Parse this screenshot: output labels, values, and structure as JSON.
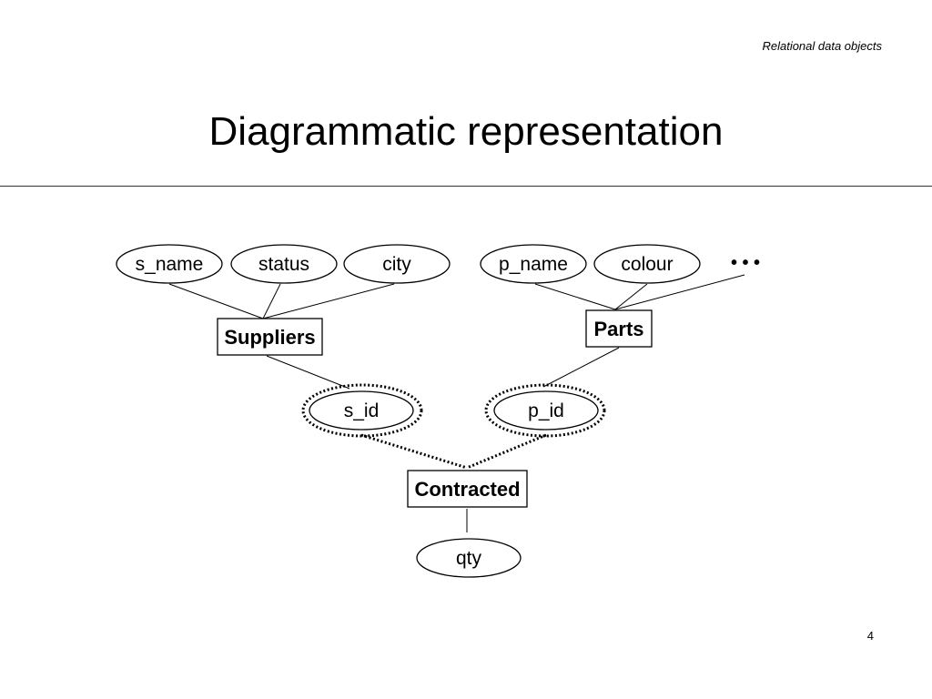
{
  "header": {
    "section_label": "Relational data objects"
  },
  "slide": {
    "title": "Diagrammatic representation",
    "page_number": "4"
  },
  "diagram": {
    "attributes": {
      "s_name": "s_name",
      "status": "status",
      "city": "city",
      "p_name": "p_name",
      "colour": "colour",
      "s_id": "s_id",
      "p_id": "p_id",
      "qty": "qty"
    },
    "entities": {
      "suppliers": "Suppliers",
      "parts": "Parts",
      "contracted": "Contracted"
    },
    "continuation": "•  •  •"
  }
}
